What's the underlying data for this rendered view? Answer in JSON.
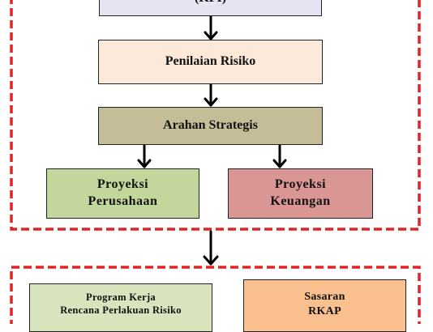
{
  "diagram": {
    "top_box": {
      "text": "(KPI)",
      "color": "#e7e3f1"
    },
    "risk_assessment": {
      "text": "Penilaian Risiko",
      "color": "#fde9d9"
    },
    "strategic_direction": {
      "text": "Arahan Strategis",
      "color": "#c4bd97"
    },
    "company_projection": {
      "line1": "Proyeksi",
      "line2": "Perusahaan",
      "color": "#c3d69b"
    },
    "financial_projection": {
      "line1": "Proyeksi",
      "line2": "Keuangan",
      "color": "#d99694"
    },
    "work_program": {
      "line1": "Program Kerja",
      "line2": "Rencana Perlakuan Risiko",
      "color": "#d7e4bc"
    },
    "rkap_target": {
      "line1": "Sasaran",
      "line2": "RKAP",
      "color": "#fac090"
    },
    "dashed_border_color": "#e32227"
  }
}
